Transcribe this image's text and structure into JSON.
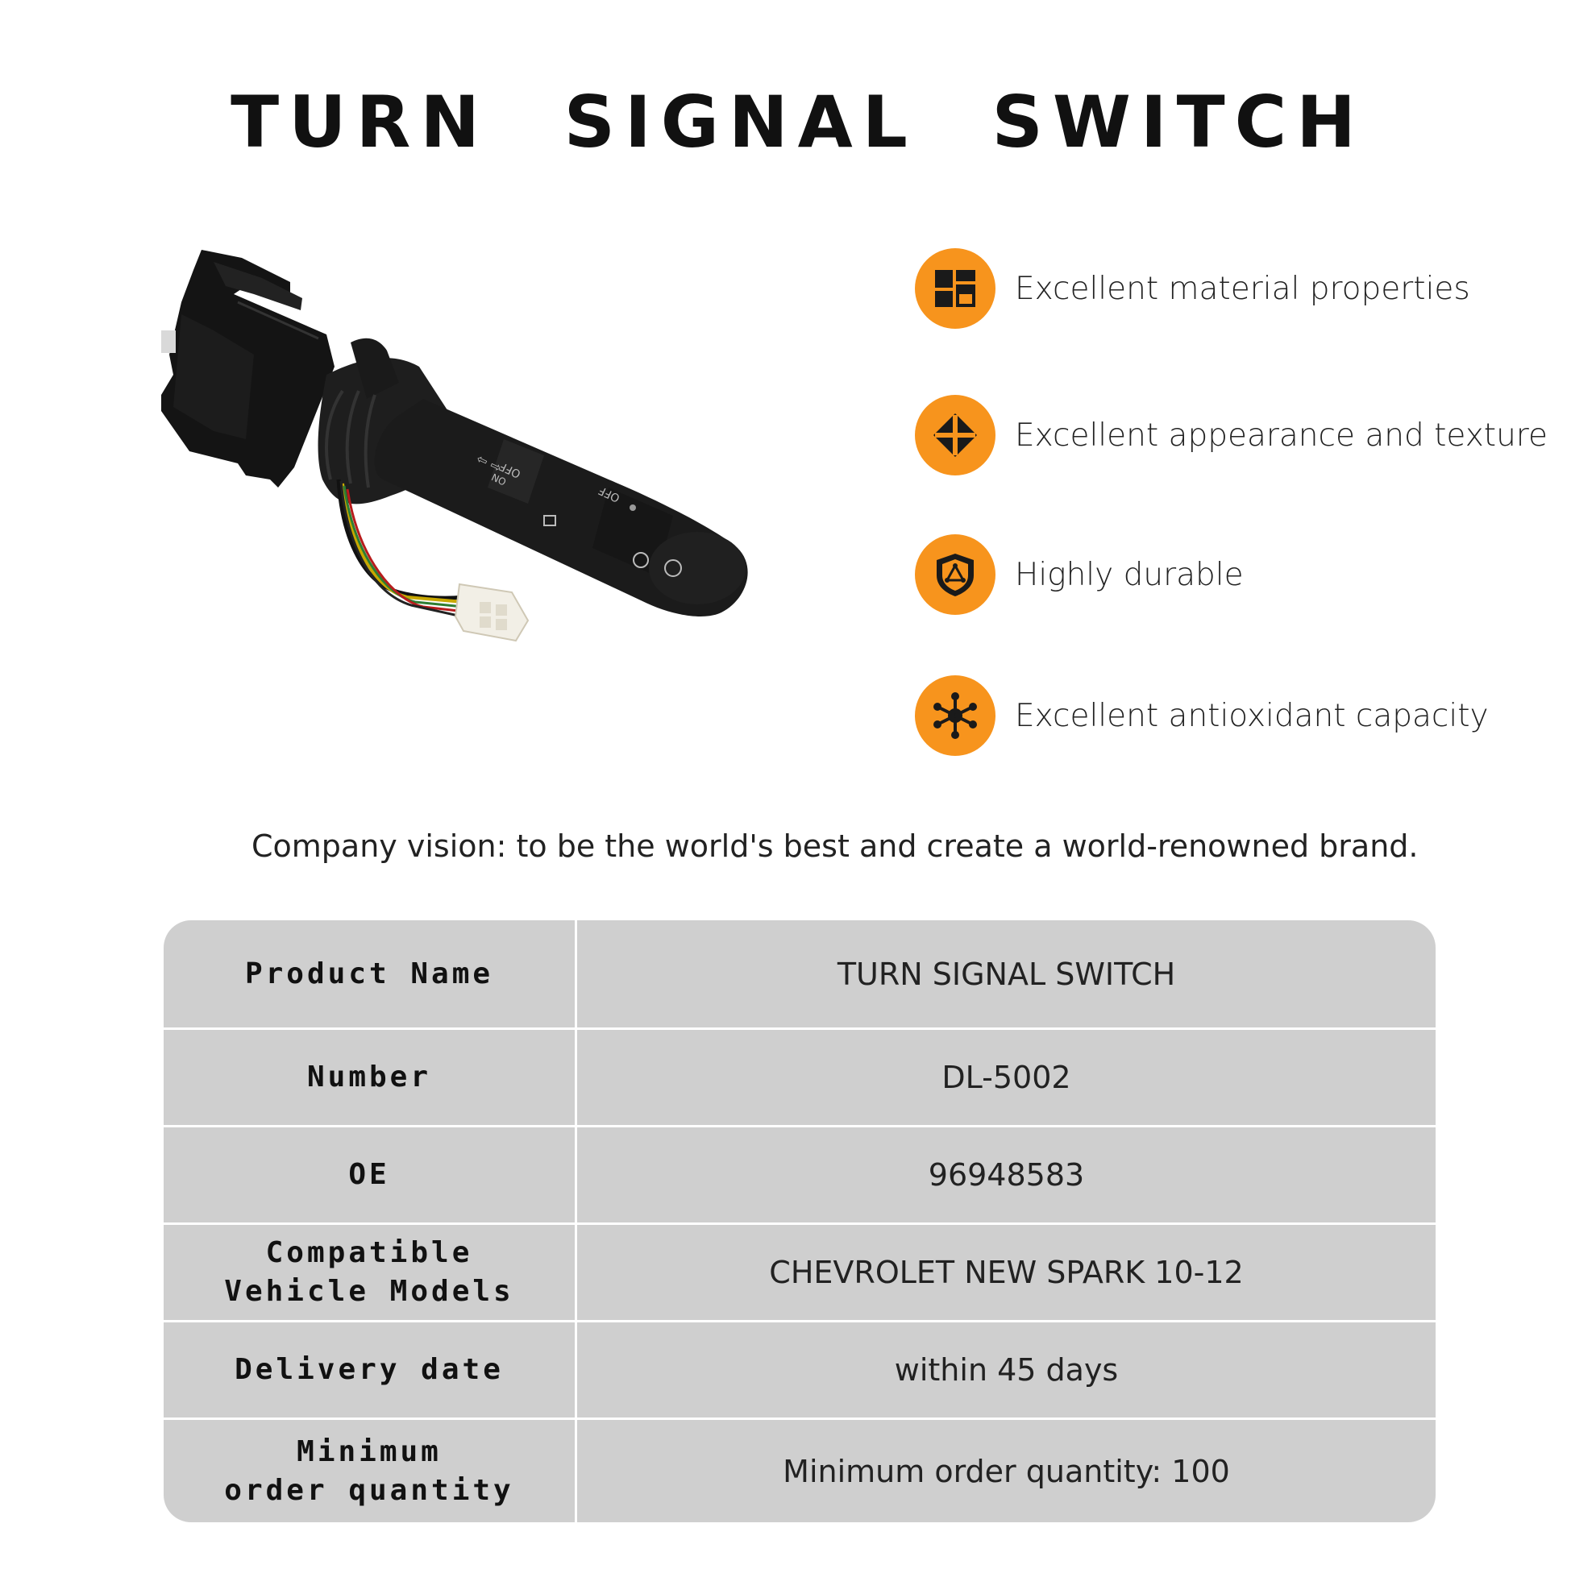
{
  "title": "TURN SIGNAL SWITCH",
  "features": [
    {
      "label": "Excellent material properties",
      "icon": "material-blocks-icon"
    },
    {
      "label": "Excellent appearance and texture",
      "icon": "diamond-cross-icon"
    },
    {
      "label": "Highly durable",
      "icon": "shield-icon"
    },
    {
      "label": "Excellent antioxidant capacity",
      "icon": "molecule-icon"
    }
  ],
  "accent_color": "#f7941d",
  "product_labels": {
    "off_top": "OFF",
    "on": "ON",
    "off_mid": "OFF"
  },
  "vision": "Company vision: to be the world's best and create a world-renowned brand.",
  "spec": [
    {
      "label": "Product  Name",
      "value": "TURN SIGNAL SWITCH"
    },
    {
      "label": "Number",
      "value": "DL-5002"
    },
    {
      "label": "OE",
      "value": "96948583"
    },
    {
      "label": "Compatible\nVehicle  Models",
      "value": "CHEVROLET NEW SPARK 10-12"
    },
    {
      "label": "Delivery  date",
      "value": "within 45 days"
    },
    {
      "label": "Minimum\norder  quantity",
      "value": "Minimum order quantity: 100"
    }
  ]
}
